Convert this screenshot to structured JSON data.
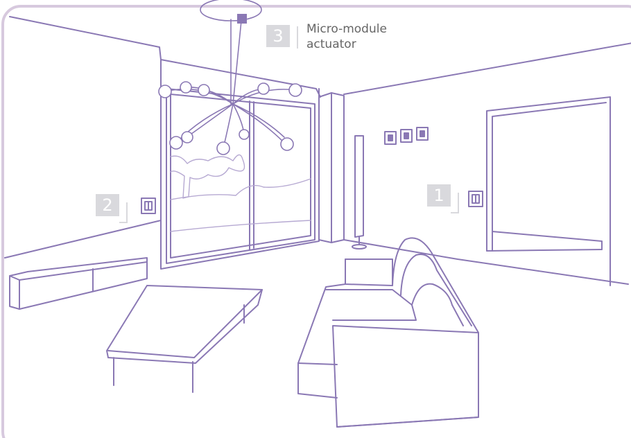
{
  "callouts": [
    {
      "number": "1"
    },
    {
      "number": "2"
    },
    {
      "number": "3",
      "label_line1": "Micro-module",
      "label_line2": "actuator"
    }
  ],
  "colors": {
    "line": "#8a78b4",
    "line_light": "#a797c8",
    "frame": "#d7c9de",
    "badge": "#d9d9dd",
    "label": "#666666"
  },
  "icons": [
    "wall-switch-icon",
    "ceiling-actuator-icon",
    "chandelier-icon",
    "sofa-icon",
    "coffee-table-icon",
    "floor-lamp-icon",
    "tv-cabinet-icon",
    "picture-frames-icon"
  ]
}
